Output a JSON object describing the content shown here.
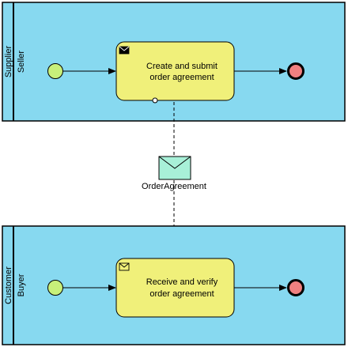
{
  "pools": [
    {
      "participant": "Supplier",
      "lane": "Seller",
      "task": {
        "line1": "Create and submit",
        "line2": "order agreement",
        "marker": "send-envelope-icon"
      }
    },
    {
      "participant": "Customer",
      "lane": "Buyer",
      "task": {
        "line1": "Receive and verify",
        "line2": "order agreement",
        "marker": "receive-envelope-icon"
      }
    }
  ],
  "message": {
    "label": "OrderAgreement"
  },
  "colors": {
    "pool_fill": "#87d9f0",
    "task_fill": "#f0f07a",
    "start_event": "#c8f07a",
    "end_event": "#f08080",
    "message_fill": "#a8f0d8",
    "envelope_filled": "#000000"
  }
}
